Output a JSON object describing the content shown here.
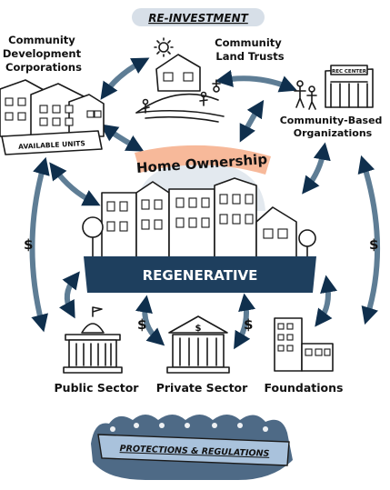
{
  "banner": {
    "reinvestment": "RE-INVESTMENT"
  },
  "nodes": {
    "cdc": {
      "label_lines": [
        "Community",
        "Development",
        "Corporations"
      ]
    },
    "clt": {
      "label_lines": [
        "Community",
        "Land Trusts"
      ]
    },
    "cbo": {
      "label_lines": [
        "Community-Based",
        "Organizations"
      ]
    },
    "public_sector": {
      "label": "Public Sector"
    },
    "private_sector": {
      "label": "Private Sector"
    },
    "foundations": {
      "label": "Foundations"
    }
  },
  "center": {
    "home_ownership": "Home Ownership",
    "regenerative": "REGENERATIVE"
  },
  "signs": {
    "available_units": "AVAILABLE UNITS",
    "rec_center": "REC CENTER"
  },
  "footer": {
    "protections": "PROTECTIONS & REGULATIONS"
  },
  "flow_symbol": "$",
  "colors": {
    "arrow": "#5e7d95",
    "arrowhead": "#0f2f4d",
    "regenerative_bar": "#1e3f5e",
    "home_ownership_banner": "#f7b99a",
    "reinvestment_banner": "#d7dfe8",
    "footer_banner": "#a9c2dc",
    "crowd": "#4e6a86",
    "cloud": "#e3e9ef"
  },
  "icons": [
    "sun-icon",
    "house-on-hill-icon",
    "apartment-block-icon",
    "rec-center-icon",
    "capitol-icon",
    "bank-icon",
    "office-buildings-icon",
    "tree-icon",
    "crowd-icon"
  ]
}
